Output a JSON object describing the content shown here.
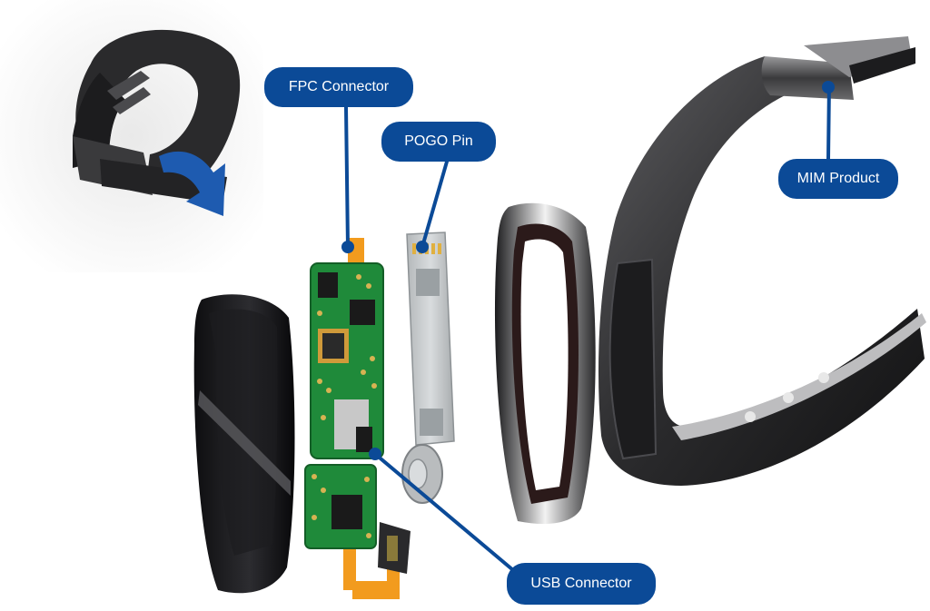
{
  "labels": {
    "fpc_connector": "FPC Connector",
    "pogo_pin": "POGO Pin",
    "mim_product": "MIM Product",
    "usb_connector": "USB Connector"
  },
  "colors": {
    "callout": "#0b4a97",
    "band": "#2a2a2c",
    "pcb": "#1f8a3a",
    "flex_cable": "#f29b1e",
    "pogo_board": "#c8ccce"
  },
  "icons": [
    "curved-arrow-icon"
  ]
}
